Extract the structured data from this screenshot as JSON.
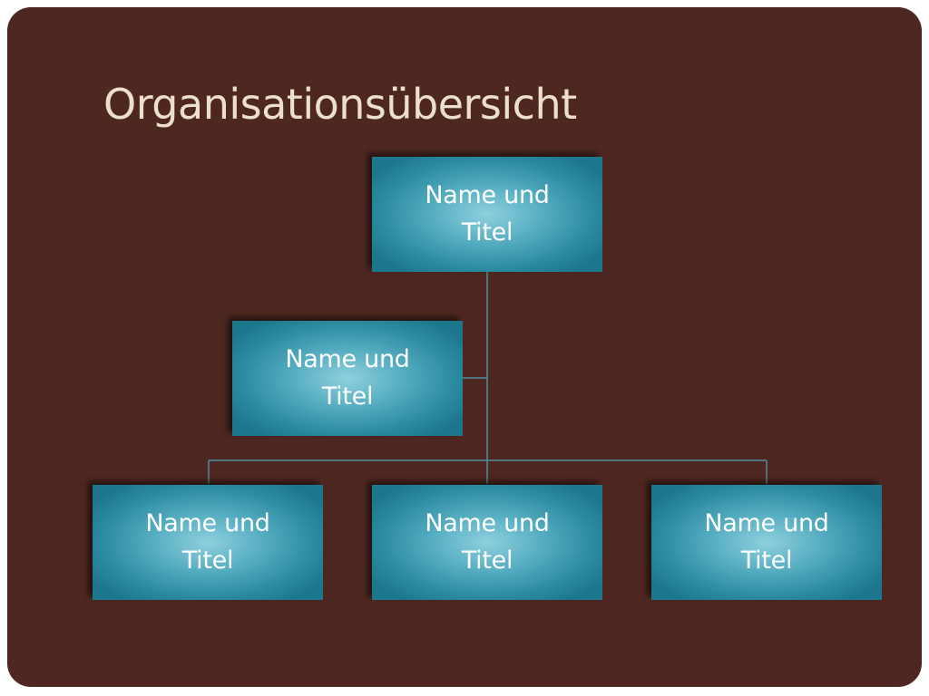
{
  "slide": {
    "title": "Organisationsübersicht"
  },
  "org_chart": {
    "top": {
      "label": "Name und Titel"
    },
    "assistant": {
      "label": "Name und Titel"
    },
    "subordinates": [
      {
        "label": "Name und Titel"
      },
      {
        "label": "Name und Titel"
      },
      {
        "label": "Name und Titel"
      }
    ]
  },
  "colors": {
    "background": "#4e2720",
    "title": "#ece0cc",
    "box_center": "#8ed0de",
    "box_edge": "#1d778c",
    "connector": "#4f8ea0",
    "label": "#ffffff"
  }
}
